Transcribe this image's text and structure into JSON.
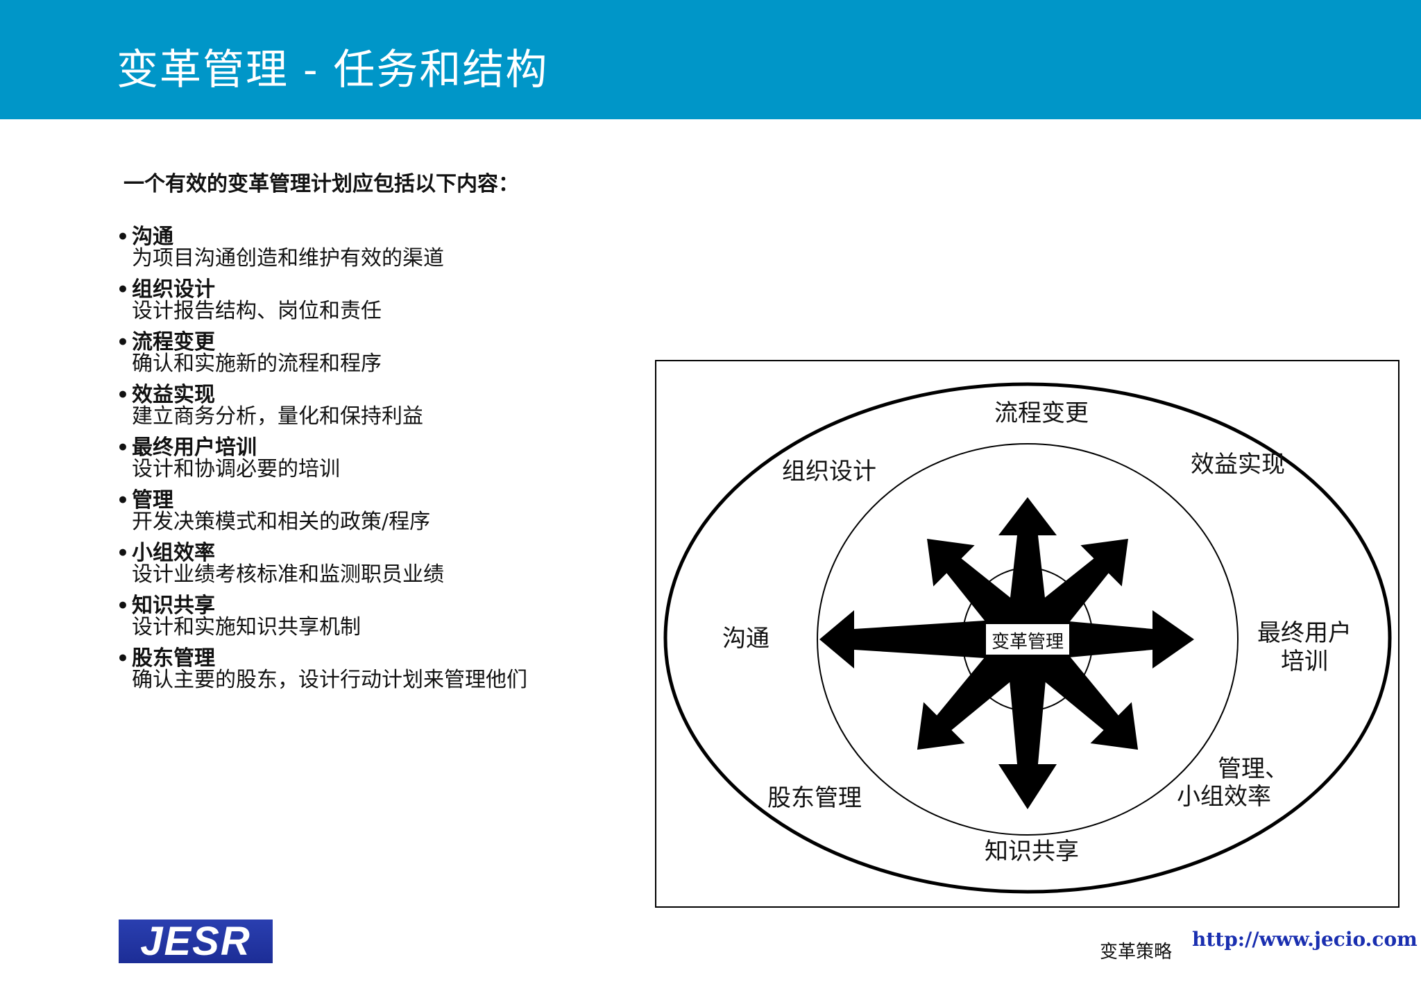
{
  "header": {
    "title": "变革管理 - 任务和结构"
  },
  "intro": "一个有效的变革管理计划应包括以下内容：",
  "bullets": [
    {
      "title": "沟通",
      "desc": "为项目沟通创造和维护有效的渠道"
    },
    {
      "title": "组织设计",
      "desc": "设计报告结构、岗位和责任"
    },
    {
      "title": "流程变更",
      "desc": "确认和实施新的流程和程序"
    },
    {
      "title": "效益实现",
      "desc": "建立商务分析，量化和保持利益"
    },
    {
      "title": "最终用户培训",
      "desc": "设计和协调必要的培训"
    },
    {
      "title": "管理",
      "desc": "开发决策模式和相关的政策/程序"
    },
    {
      "title": "小组效率",
      "desc": "设计业绩考核标准和监测职员业绩"
    },
    {
      "title": "知识共享",
      "desc": "设计和实施知识共享机制"
    },
    {
      "title": "股东管理",
      "desc": "确认主要的股东，设计行动计划来管理他们"
    }
  ],
  "diagram": {
    "center": "变革管理",
    "labels": {
      "process_change": "流程变更",
      "org_design": "组织设计",
      "benefits": "效益实现",
      "communication": "沟通",
      "end_user_line1": "最终用户",
      "end_user_line2": "培训",
      "stakeholder": "股东管理",
      "governance_line1": "管理、",
      "governance_line2": "小组效率",
      "knowledge": "知识共享"
    }
  },
  "footer": {
    "label": "变革策略",
    "url": "http://www.jecio.com",
    "logo": "JESR"
  }
}
